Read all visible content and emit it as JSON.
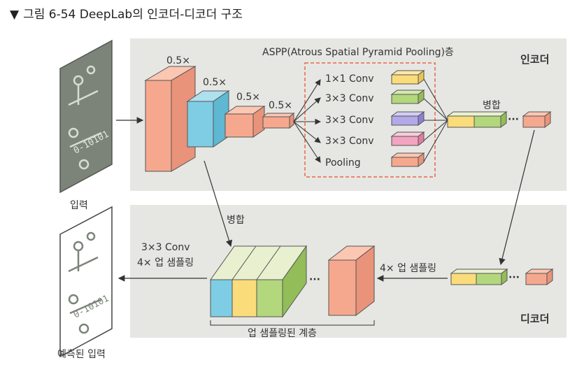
{
  "caption": "그림 6-54 DeepLab의 인코더-디코더 구조",
  "caption_marker": "▼",
  "encoder": {
    "title": "인코더",
    "aspp_title": "ASPP(Atrous Spatial Pyramid Pooling)층",
    "scales": [
      "0.5×",
      "0.5×",
      "0.5×",
      "0.5×"
    ],
    "branches": [
      "1×1 Conv",
      "3×3 Conv",
      "3×3 Conv",
      "3×3 Conv",
      "Pooling"
    ],
    "merge": "병합",
    "ellipsis": "···"
  },
  "decoder": {
    "title": "디코더",
    "merge": "병합",
    "upsample4": "4× 업 샘플링",
    "conv_upsample_line1": "3×3 Conv",
    "conv_upsample_line2": "4× 업 샘플링",
    "upsampled_label": "업 샘플링된 계층",
    "ellipsis": "···"
  },
  "input_label": "입력",
  "output_label": "예측된 입력",
  "binary_text": "0-10101",
  "colors": {
    "salmon": "#f6a88e",
    "blue": "#7ecde4",
    "yellow": "#fbdc7a",
    "green": "#b3d77c",
    "purple": "#b3a8e8",
    "pink": "#f3a4c0",
    "panel": "#e6e7e3",
    "aspp_border": "#e8674a"
  }
}
